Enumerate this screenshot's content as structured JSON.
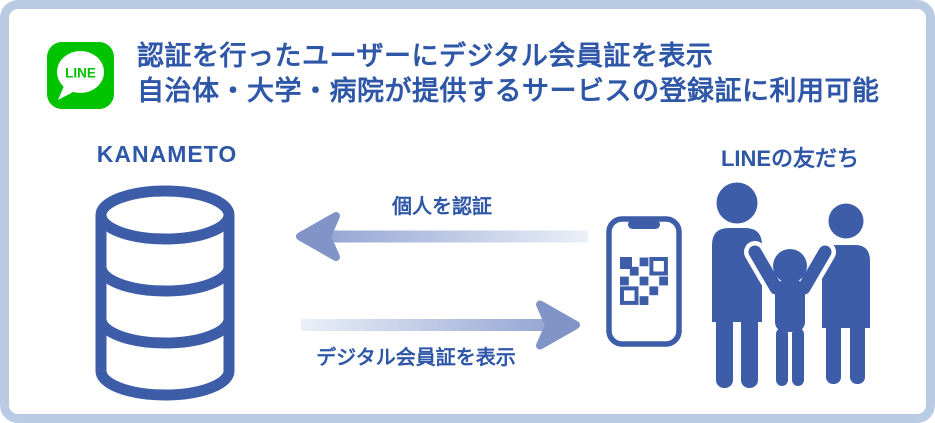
{
  "diagram": {
    "title_lines": [
      "認証を行ったユーザーにデジタル会員証を表示",
      "自治体・大学・病院が提供するサービスの登録証に利用可能"
    ],
    "line_logo_text": "LINE",
    "left_entity": {
      "label": "KANAMETO",
      "icon": "database-icon"
    },
    "right_entity": {
      "label": "LINEの友だち",
      "icon": "family-icon"
    },
    "center_icon": "smartphone-qr-icon",
    "flows": [
      {
        "label": "個人を認証",
        "direction": "right-to-left"
      },
      {
        "label": "デジタル会員証を表示",
        "direction": "left-to-right"
      }
    ],
    "colors": {
      "accent_blue": "#3D5DA9",
      "text_blue": "#2F57A8",
      "arrow_head_blue": "#8094C8",
      "arrow_tail_light": "#EBF0F8",
      "frame_border_light_blue": "#B9CBE3",
      "line_brand_green": "#00C300"
    }
  }
}
